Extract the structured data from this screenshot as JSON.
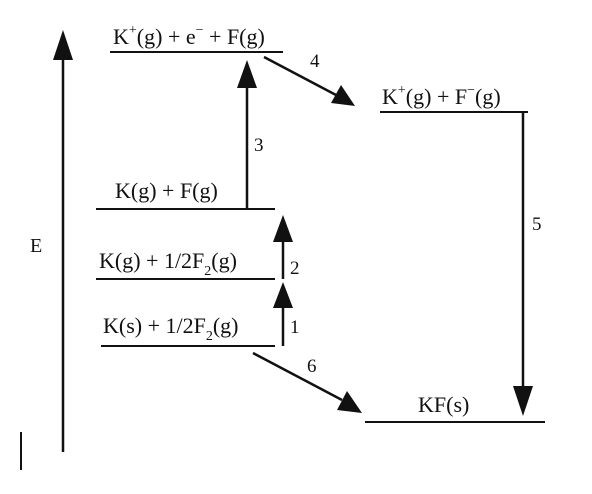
{
  "axis": {
    "label": "E"
  },
  "levels": {
    "top": {
      "k": "K",
      "k_sup": "+",
      "k_rest": "(g) + e",
      "e_sup": "−",
      "tail": " + F(g)"
    },
    "ion_pair": {
      "k": "K",
      "k_sup": "+",
      "mid": "(g) + F",
      "f_sup": "−",
      "tail": "(g)"
    },
    "atoms": {
      "text": "K(g) + F(g)"
    },
    "gas_k": {
      "head": "K(g) + 1/2F",
      "sub": "2",
      "tail": "(g)"
    },
    "solid": {
      "head": "K(s) + 1/2F",
      "sub": "2",
      "tail": "(g)"
    },
    "product": {
      "text": "KF(s)"
    }
  },
  "steps": {
    "s1": "1",
    "s2": "2",
    "s3": "3",
    "s4": "4",
    "s5": "5",
    "s6": "6"
  },
  "colors": {
    "ink": "#111111",
    "background": "#ffffff"
  }
}
